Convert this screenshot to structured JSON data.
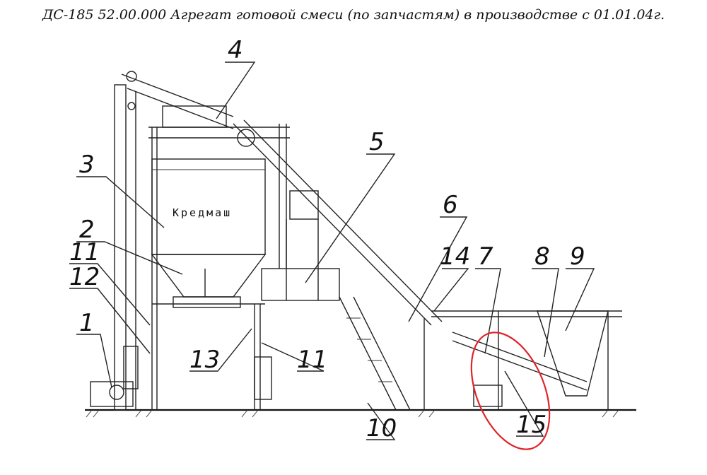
{
  "title": "ДС-185 52.00.000  Агрегат готовой смеси  (по запчастям) в производстве с 01.01.04г.",
  "brand_label": "Кредмаш",
  "callouts": [
    {
      "id": "c4",
      "label": "4"
    },
    {
      "id": "c3",
      "label": "3"
    },
    {
      "id": "c5",
      "label": "5"
    },
    {
      "id": "c6",
      "label": "6"
    },
    {
      "id": "c2",
      "label": "2"
    },
    {
      "id": "c11a",
      "label": "11"
    },
    {
      "id": "c12",
      "label": "12"
    },
    {
      "id": "c14",
      "label": "14"
    },
    {
      "id": "c7",
      "label": "7"
    },
    {
      "id": "c8",
      "label": "8"
    },
    {
      "id": "c9",
      "label": "9"
    },
    {
      "id": "c1",
      "label": "1"
    },
    {
      "id": "c13",
      "label": "13"
    },
    {
      "id": "c11b",
      "label": "11"
    },
    {
      "id": "c10",
      "label": "10"
    },
    {
      "id": "c15",
      "label": "15"
    }
  ],
  "highlight_color": "#e0242a"
}
